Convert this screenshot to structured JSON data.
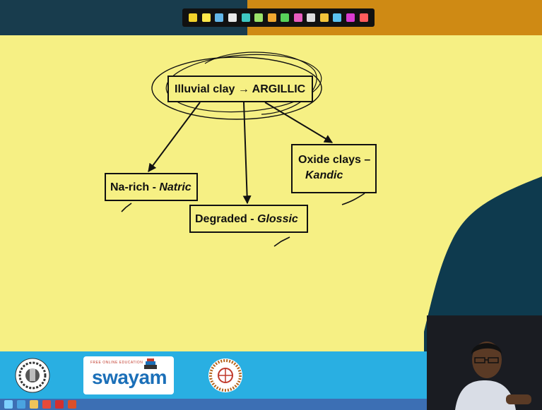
{
  "toolbar": {
    "tools": [
      {
        "name": "pointer",
        "color": "#f2d22b"
      },
      {
        "name": "pen-yellow",
        "color": "#ffe84a"
      },
      {
        "name": "pen-blue",
        "color": "#62b6e8"
      },
      {
        "name": "pen-white",
        "color": "#e8e8e8"
      },
      {
        "name": "pen-teal",
        "color": "#3ec7c1"
      },
      {
        "name": "highlighter",
        "color": "#9be36a"
      },
      {
        "name": "marker-orange",
        "color": "#f0a830"
      },
      {
        "name": "marker-green",
        "color": "#58d25a"
      },
      {
        "name": "marker-pink",
        "color": "#e85dbe"
      },
      {
        "name": "line",
        "color": "#dddddd"
      },
      {
        "name": "arrow",
        "color": "#f3c43a"
      },
      {
        "name": "shape",
        "color": "#5ac2f0"
      },
      {
        "name": "color-picker",
        "color": "#d93ad0"
      },
      {
        "name": "eraser",
        "color": "#ff5b5b"
      }
    ]
  },
  "diagram": {
    "root": {
      "text": "Illuvial clay → ARGILLIC"
    },
    "natric": {
      "prefix": "Na-rich - ",
      "term": "Natric"
    },
    "glossic": {
      "prefix": "Degraded - ",
      "term": "Glossic"
    },
    "kandic": {
      "line1": "Oxide clays –",
      "term": "Kandic"
    }
  },
  "footer": {
    "swayam_tag": "FREE ONLINE EDUCATION",
    "swayam_word": "swayam"
  },
  "taskbar": {
    "icons": [
      {
        "name": "start",
        "color": "#7cd0ff"
      },
      {
        "name": "ie",
        "color": "#4aa3e0"
      },
      {
        "name": "folder",
        "color": "#f0c45a"
      },
      {
        "name": "chrome",
        "color": "#e84a3a"
      },
      {
        "name": "acrobat",
        "color": "#d32f2f"
      },
      {
        "name": "powerpoint",
        "color": "#d9502b"
      }
    ]
  },
  "colors": {
    "slide_bg": "#f6f084",
    "topbar_dark": "#183c4d",
    "topbar_orange": "#cf8a14",
    "footer_blue": "#29afe2",
    "swoosh": "#0e3a4e"
  }
}
